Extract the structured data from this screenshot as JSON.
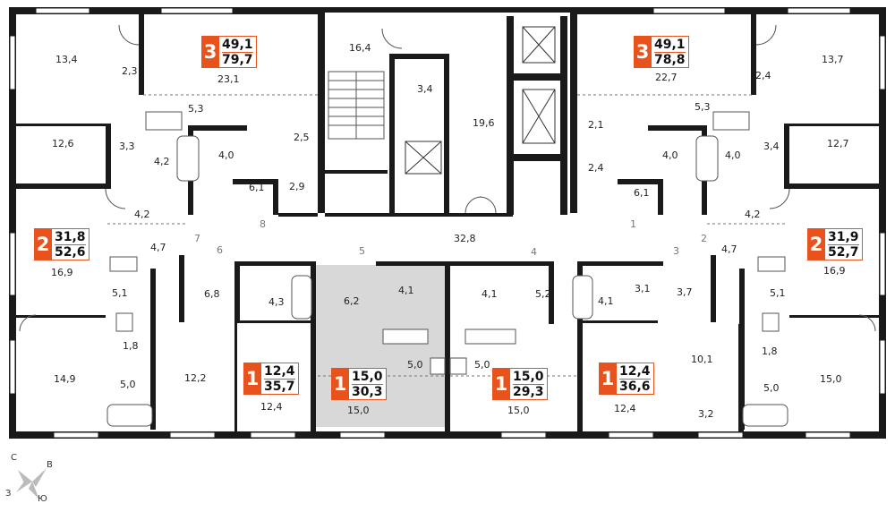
{
  "accent": "#e8531d",
  "selected_fill": "#d8d8d8",
  "wall_color": "#1a1a1a",
  "apartments": [
    {
      "id": "a3-left",
      "rooms": "3",
      "living": "49,1",
      "total": "79,7"
    },
    {
      "id": "a3-right",
      "rooms": "3",
      "living": "49,1",
      "total": "78,8"
    },
    {
      "id": "a2-left",
      "rooms": "2",
      "living": "31,8",
      "total": "52,6"
    },
    {
      "id": "a2-right",
      "rooms": "2",
      "living": "31,9",
      "total": "52,7"
    },
    {
      "id": "a1-a",
      "rooms": "1",
      "living": "12,4",
      "total": "35,7"
    },
    {
      "id": "a1-b",
      "rooms": "1",
      "living": "15,0",
      "total": "30,3"
    },
    {
      "id": "a1-c",
      "rooms": "1",
      "living": "15,0",
      "total": "29,3"
    },
    {
      "id": "a1-d",
      "rooms": "1",
      "living": "12,4",
      "total": "36,6"
    }
  ],
  "room_areas": [
    "13,4",
    "2,3",
    "23,1",
    "16,4",
    "3,4",
    "19,6",
    "22,7",
    "2,4",
    "13,7",
    "5,3",
    "5,3",
    "12,6",
    "3,3",
    "4,2",
    "4,0",
    "2,5",
    "2,1",
    "4,0",
    "4,0",
    "3,4",
    "12,7",
    "6,1",
    "2,9",
    "2,4",
    "6,1",
    "4,2",
    "4,2",
    "32,8",
    "4,7",
    "4,7",
    "16,9",
    "16,9",
    "6,2",
    "4,1",
    "4,1",
    "5,2",
    "4,3",
    "4,1",
    "3,1",
    "3,7",
    "5,1",
    "5,1",
    "6,8",
    "1,8",
    "1,8",
    "14,9",
    "5,0",
    "12,2",
    "5,0",
    "5,0",
    "12,4",
    "15,0",
    "15,0",
    "12,4",
    "10,1",
    "5,0",
    "15,0",
    "3,2"
  ],
  "door_numbers": [
    "1",
    "2",
    "3",
    "4",
    "5",
    "6",
    "7",
    "8"
  ],
  "compass": {
    "north": "С",
    "east": "В",
    "west": "З",
    "south": "Ю"
  }
}
